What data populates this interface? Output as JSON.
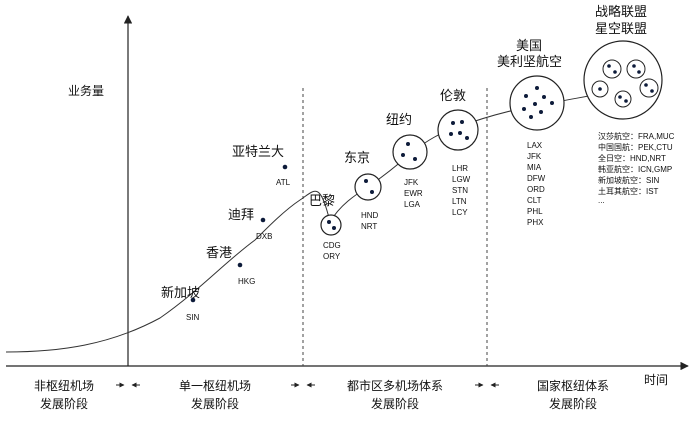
{
  "axes": {
    "y_label": "业务量",
    "x_label": "时间"
  },
  "cities": [
    {
      "name": "新加坡",
      "codes": [
        "SIN"
      ]
    },
    {
      "name": "香港",
      "codes": [
        "HKG"
      ]
    },
    {
      "name": "迪拜",
      "codes": [
        "DXB"
      ]
    },
    {
      "name": "亚特兰大",
      "codes": [
        "ATL"
      ]
    },
    {
      "name": "巴黎",
      "codes": [
        "CDG",
        "ORY"
      ]
    },
    {
      "name": "东京",
      "codes": [
        "HND",
        "NRT"
      ]
    },
    {
      "name": "纽约",
      "codes": [
        "JFK",
        "EWR",
        "LGA"
      ]
    },
    {
      "name": "伦敦",
      "codes": [
        "LHR",
        "LGW",
        "STN",
        "LTN",
        "LCY"
      ]
    },
    {
      "name_lines": [
        "美国",
        "美利坚航空"
      ],
      "codes": [
        "LAX",
        "JFK",
        "MIA",
        "DFW",
        "ORD",
        "CLT",
        "PHL",
        "PHX"
      ]
    },
    {
      "name_lines": [
        "战略联盟",
        "星空联盟"
      ],
      "codes": [
        "汉莎航空：FRA,MUC",
        "中国国航：PEK,CTU",
        "全日空：HND,NRT",
        "韩亚航空：ICN,GMP",
        "新加坡航空：SIN",
        "土耳其航空：IST",
        "..."
      ]
    }
  ],
  "stages": [
    {
      "lines": [
        "非枢纽机场",
        "发展阶段"
      ]
    },
    {
      "lines": [
        "单一枢纽机场",
        "发展阶段"
      ]
    },
    {
      "lines": [
        "都市区多机场体系",
        "发展阶段"
      ]
    },
    {
      "lines": [
        "国家枢纽体系",
        "发展阶段"
      ]
    }
  ]
}
